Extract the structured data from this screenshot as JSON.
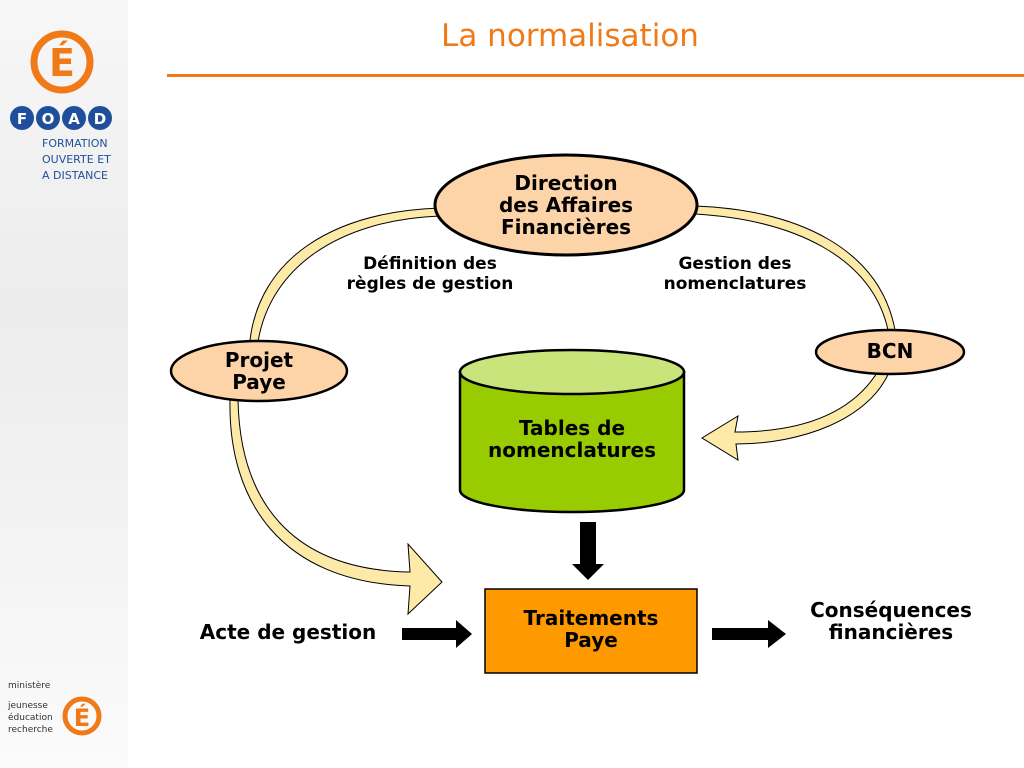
{
  "slide": {
    "title": "La normalisation"
  },
  "logo_top": {
    "letter": "É",
    "badges": [
      "F",
      "O",
      "A",
      "D"
    ],
    "line1": "FORMATION",
    "line2": "OUVERTE ET",
    "line3": "A DISTANCE"
  },
  "logo_bottom": {
    "line1": "ministère",
    "line2": "jeunesse",
    "line3": "éducation",
    "line4": "recherche",
    "letter": "É"
  },
  "diagram": {
    "direction": {
      "line1": "Direction",
      "line2": "des Affaires",
      "line3": "Financières"
    },
    "projet": {
      "line1": "Projet",
      "line2": "Paye"
    },
    "bcn": {
      "label": "BCN"
    },
    "label_left": {
      "line1": "Définition des",
      "line2": "règles de gestion"
    },
    "label_right": {
      "line1": "Gestion des",
      "line2": "nomenclatures"
    },
    "tables": {
      "line1": "Tables de",
      "line2": "nomenclatures"
    },
    "traitements": {
      "line1": "Traitements",
      "line2": "Paye"
    },
    "acte": {
      "label": "Acte de gestion"
    },
    "consequences": {
      "line1": "Conséquences",
      "line2": "financières"
    }
  },
  "colors": {
    "accent": "#f07a18",
    "node_fill": "#fdd3a8",
    "cylinder": "#99cc00",
    "cylinder_top": "#c8e47a",
    "box": "#ff9900",
    "arc": "#fde9a8",
    "logo_blue": "#1f4e9c"
  }
}
